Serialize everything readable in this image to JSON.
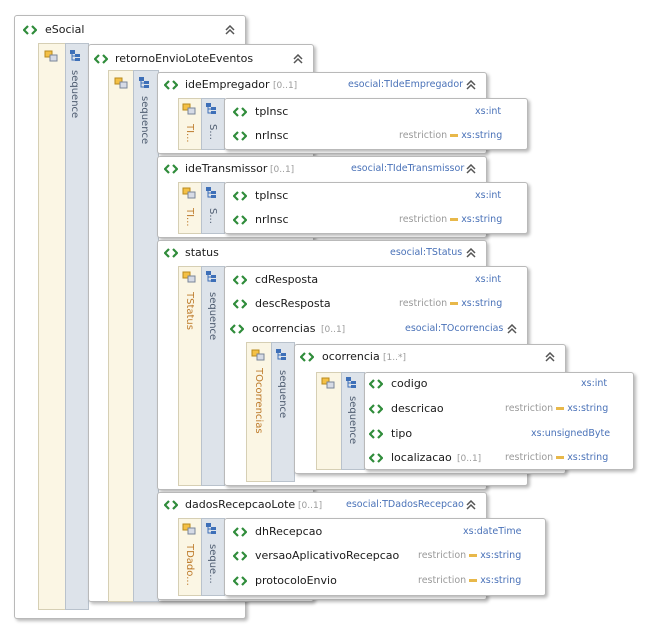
{
  "diagram": {
    "root": {
      "name": "eSocial"
    },
    "retorno": {
      "name": "retornoEnvioLoteEventos",
      "compositor": "sequence"
    },
    "level2_compositor": "sequence",
    "ideEmpregador": {
      "name": "ideEmpregador",
      "card": "[0..1]",
      "type": "esocial:TIdeEmpregador",
      "complex": "TI...",
      "compositor": "S...",
      "tpInsc": {
        "name": "tpInsc",
        "type": "xs:int"
      },
      "nrInsc": {
        "name": "nrInsc",
        "restriction": "restriction",
        "type": "xs:string"
      }
    },
    "ideTransmissor": {
      "name": "ideTransmissor",
      "card": "[0..1]",
      "type": "esocial:TIdeTransmissor",
      "complex": "TI...",
      "compositor": "S...",
      "tpInsc": {
        "name": "tpInsc",
        "type": "xs:int"
      },
      "nrInsc": {
        "name": "nrInsc",
        "restriction": "restriction",
        "type": "xs:string"
      }
    },
    "status": {
      "name": "status",
      "type": "esocial:TStatus",
      "complex": "TStatus",
      "compositor": "sequence",
      "cdResposta": {
        "name": "cdResposta",
        "type": "xs:int"
      },
      "descResposta": {
        "name": "descResposta",
        "restriction": "restriction",
        "type": "xs:string"
      },
      "ocorrencias": {
        "name": "ocorrencias",
        "card": "[0..1]",
        "type": "esocial:TOcorrencias",
        "complex": "TOcorrencias",
        "compositor": "sequence",
        "ocorrencia": {
          "name": "ocorrencia",
          "card": "[1..*]",
          "compositor": "sequence",
          "codigo": {
            "name": "codigo",
            "type": "xs:int"
          },
          "descricao": {
            "name": "descricao",
            "restriction": "restriction",
            "type": "xs:string"
          },
          "tipo": {
            "name": "tipo",
            "type": "xs:unsignedByte"
          },
          "localizacao": {
            "name": "localizacao",
            "card": "[0..1]",
            "restriction": "restriction",
            "type": "xs:string"
          }
        }
      }
    },
    "dadosRecepcaoLote": {
      "name": "dadosRecepcaoLote",
      "card": "[0..1]",
      "type": "esocial:TDadosRecepcao",
      "complex": "TDado...",
      "compositor": "seque...",
      "dhRecepcao": {
        "name": "dhRecepcao",
        "type": "xs:dateTime"
      },
      "versaoAplicativoRecepcao": {
        "name": "versaoAplicativoRecepcao",
        "restriction": "restriction",
        "type": "xs:string"
      },
      "protocoloEnvio": {
        "name": "protocoloEnvio",
        "restriction": "restriction",
        "type": "xs:string"
      }
    }
  },
  "colors": {
    "element_icon": "#2f8c3a",
    "type_text": "#4a72b8",
    "complex_strip": "#fbf6e4",
    "sequence_strip": "#dde3ea"
  }
}
